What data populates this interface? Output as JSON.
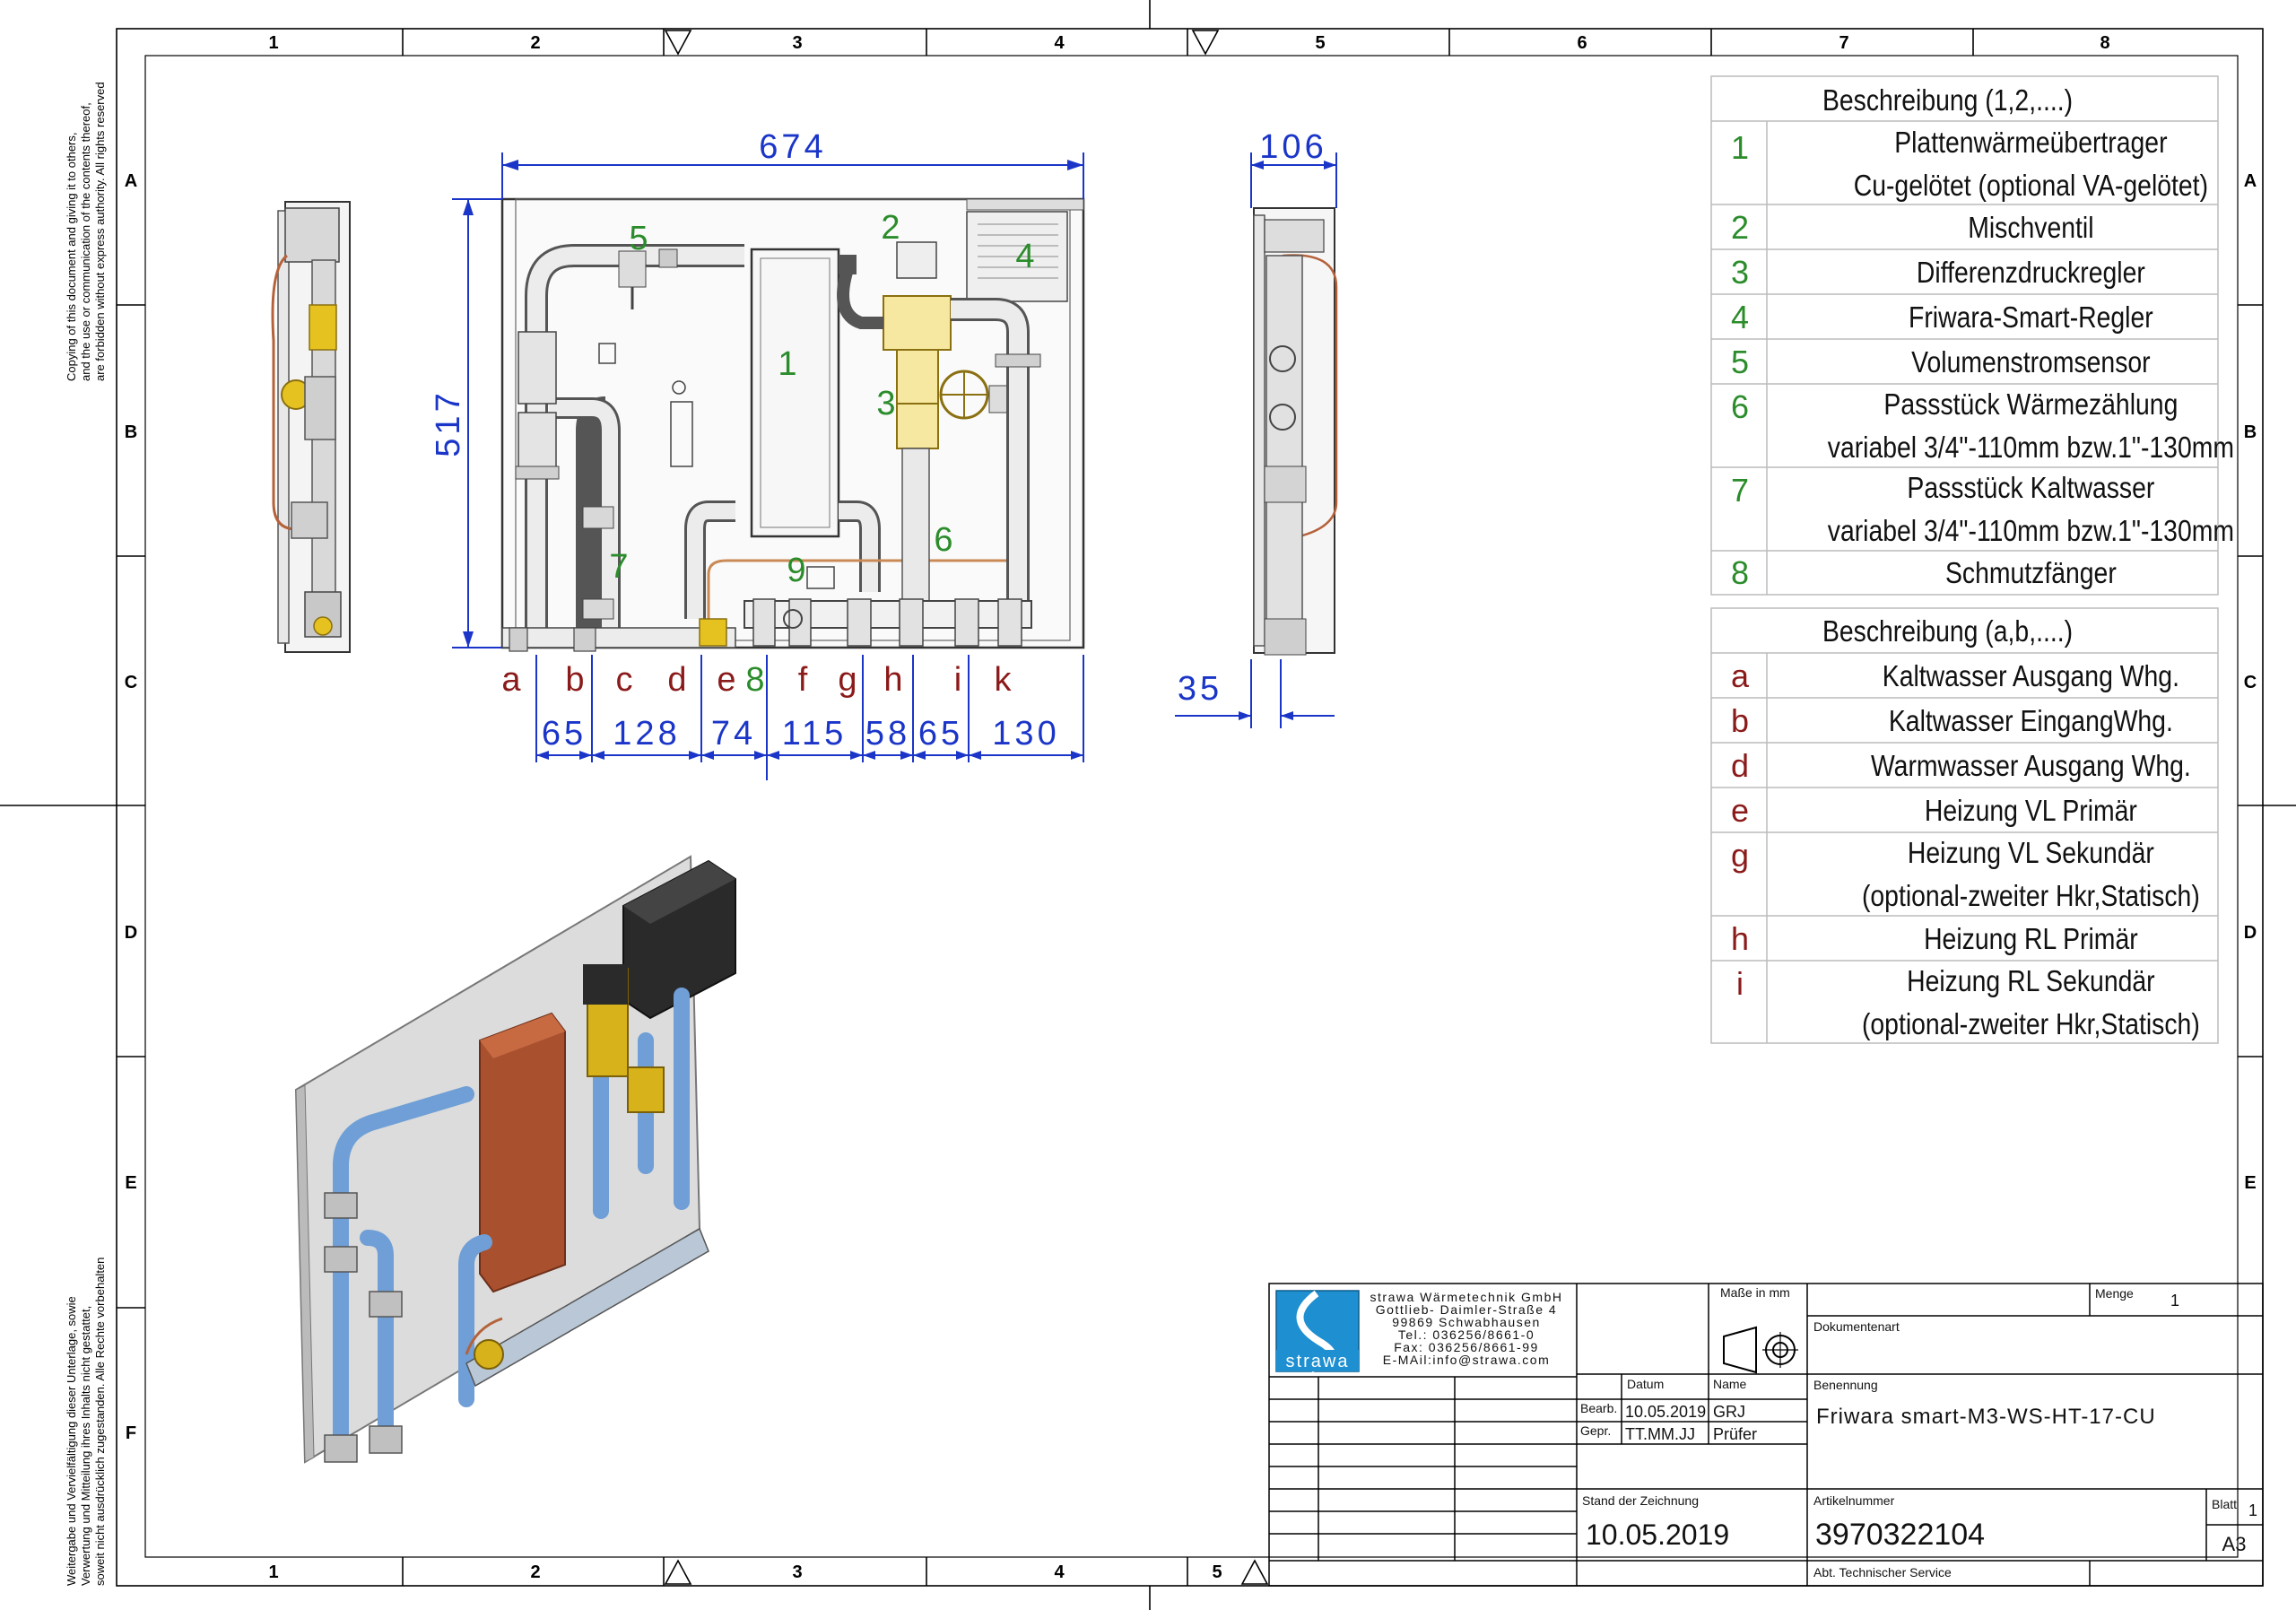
{
  "frame": {
    "columns": [
      "1",
      "2",
      "3",
      "4",
      "5",
      "6",
      "7",
      "8"
    ],
    "rows": [
      "A",
      "B",
      "C",
      "D",
      "E",
      "F"
    ],
    "bottom_col_5": "5"
  },
  "side_notes": {
    "left_top": [
      "Copying of this document and giving it to others,",
      "and the use or communication of the contents thereof,",
      "are forbidden without express authority. All rights reserved"
    ],
    "left_bottom": [
      "Weitergabe und Vervielfältigung dieser Unterlage, sowie",
      "Verwertung und Mitteilung ihres Inhalts nicht gestattet,",
      "soweit nicht ausdrücklich zugestanden. Alle Rechte vorbehalten"
    ]
  },
  "front_view": {
    "width_dim": "674",
    "height_dim": "517",
    "components": [
      "1",
      "2",
      "3",
      "4",
      "5",
      "6",
      "7",
      "8",
      "9"
    ],
    "connections": [
      "a",
      "b",
      "c",
      "d",
      "e",
      "f",
      "g",
      "h",
      "i",
      "k"
    ],
    "connection_marker_8": "8",
    "spacings": [
      "65",
      "128",
      "74",
      "115",
      "58",
      "65",
      "130"
    ]
  },
  "side_view": {
    "depth_dim": "106",
    "offset_dim": "35"
  },
  "legend_numbers": {
    "header": "Beschreibung (1,2,....)",
    "rows": [
      {
        "key": "1",
        "lines": [
          "Plattenwärmeübertrager",
          "Cu-gelötet (optional VA-gelötet)"
        ]
      },
      {
        "key": "2",
        "lines": [
          "Mischventil"
        ]
      },
      {
        "key": "3",
        "lines": [
          "Differenzdruckregler"
        ]
      },
      {
        "key": "4",
        "lines": [
          "Friwara-Smart-Regler"
        ]
      },
      {
        "key": "5",
        "lines": [
          "Volumenstromsensor"
        ]
      },
      {
        "key": "6",
        "lines": [
          "Passstück Wärmezählung",
          "variabel 3/4\"-110mm bzw.1\"-130mm"
        ]
      },
      {
        "key": "7",
        "lines": [
          "Passstück Kaltwasser",
          "variabel 3/4\"-110mm bzw.1\"-130mm"
        ]
      },
      {
        "key": "8",
        "lines": [
          "Schmutzfänger"
        ]
      }
    ]
  },
  "legend_letters": {
    "header": "Beschreibung (a,b,....)",
    "rows": [
      {
        "key": "a",
        "lines": [
          "Kaltwasser Ausgang Whg."
        ]
      },
      {
        "key": "b",
        "lines": [
          "Kaltwasser EingangWhg."
        ]
      },
      {
        "key": "d",
        "lines": [
          "Warmwasser Ausgang Whg."
        ]
      },
      {
        "key": "e",
        "lines": [
          "Heizung VL Primär"
        ]
      },
      {
        "key": "g",
        "lines": [
          "Heizung VL Sekundär",
          "(optional-zweiter Hkr,Statisch)"
        ]
      },
      {
        "key": "h",
        "lines": [
          "Heizung RL Primär"
        ]
      },
      {
        "key": "i",
        "lines": [
          "Heizung RL Sekundär",
          "(optional-zweiter Hkr,Statisch)"
        ]
      }
    ]
  },
  "title_block": {
    "company_lines": [
      "strawa Wärmetechnik GmbH",
      "Gottlieb- Daimler-Straße 4",
      "99869 Schwabhausen",
      "Tel.: 036256/8661-0",
      "Fax: 036256/8661-99",
      "E-MAil:info@strawa.com"
    ],
    "logo_text": "strawa",
    "masse_label": "Maße in mm",
    "menge_label": "Menge",
    "menge_value": "1",
    "dokumentenart_label": "Dokumentenart",
    "datum_label": "Datum",
    "name_label": "Name",
    "benennung_label": "Benennung",
    "bearb_label": "Bearb.",
    "bearb_date": "10.05.2019",
    "bearb_name": "GRJ",
    "gepr_label": "Gepr.",
    "gepr_date": "TT.MM.JJ",
    "gepr_name": "Prüfer",
    "benennung_value": "Friwara smart-M3-WS-HT-17-CU",
    "stand_label": "Stand der Zeichnung",
    "stand_value": "10.05.2019",
    "artikel_label": "Artikelnummer",
    "artikel_value": "3970322104",
    "blatt_label": "Blatt",
    "blatt_value": "1",
    "format": "A3",
    "abt": "Abt. Technischer Service"
  },
  "colors": {
    "frame": "#000000",
    "dimension": "#1a35c8",
    "component_label": "#2b8c2b",
    "connection_label": "#8b1a1a",
    "heat_exchanger": "#a9502f",
    "valve_brass": "#d7b21a",
    "pipe_blue": "#6f9fd6",
    "logo_blue": "#1e8fd0"
  }
}
